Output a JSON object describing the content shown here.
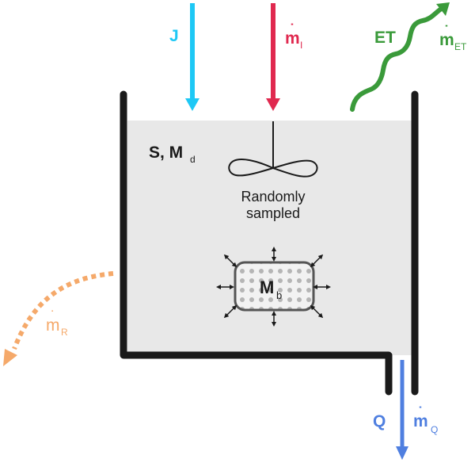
{
  "colors": {
    "water": "#e8e8e8",
    "wall": "#1a1a1a",
    "J": "#1ec8f5",
    "inflow": "#e0294f",
    "ET": "#3a9a3a",
    "runoff": "#f5a96a",
    "outflow": "#4f7fe0",
    "biomass_border": "#555555",
    "biomass_fill": "#f2f2f2",
    "biomass_dots": "#b5b5b5",
    "text": "#1a1a1a"
  },
  "labels": {
    "J": "J",
    "inflow_m": "m",
    "inflow_sub": "I",
    "ET": "ET",
    "ET_m": "m",
    "ET_sub": "ET",
    "state": "S, M",
    "state_sub": "d",
    "stirrer_line1": "Randomly",
    "stirrer_line2": "sampled",
    "biomass_M": "M",
    "biomass_sub": "b",
    "runoff_m": "m",
    "runoff_sub": "R",
    "Q": "Q",
    "outflow_m": "m",
    "outflow_sub": "Q",
    "dot": "˙"
  }
}
